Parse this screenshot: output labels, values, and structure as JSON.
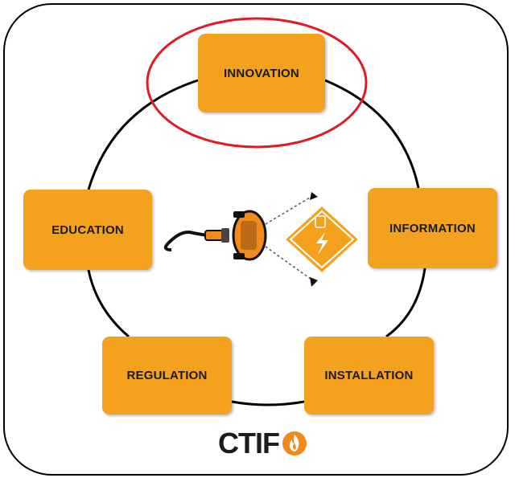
{
  "diagram": {
    "nodes": [
      {
        "id": "innovation",
        "label": "INNOVATION",
        "highlighted": true
      },
      {
        "id": "education",
        "label": "EDUCATION"
      },
      {
        "id": "information",
        "label": "INFORMATION"
      },
      {
        "id": "regulation",
        "label": "REGULATION"
      },
      {
        "id": "installation",
        "label": "INSTALLATION"
      }
    ],
    "logo": {
      "text": "CTIF"
    },
    "center_image": {
      "icon": "charging-cable-connector-icon",
      "badge_icon": "high-voltage-warning-icon"
    }
  },
  "colors": {
    "node_fill": "#F4A21E",
    "highlight_ring": "#E01B22",
    "frame": "#000000",
    "logo_flame": "#F08A1C"
  }
}
